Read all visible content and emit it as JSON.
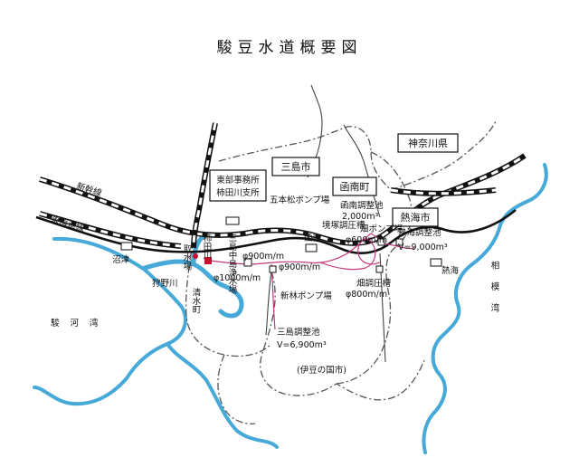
{
  "title": "駿豆水道概要図",
  "regions": {
    "mishima": "三島市",
    "kannami": "函南町",
    "kanagawa": "神奈川県",
    "atami": "熱海市",
    "izunokuni": "(伊豆の国市)"
  },
  "railways": {
    "shinkansen": "新幹線",
    "tokaido": "東海道線"
  },
  "places": {
    "numazu": "沼津",
    "atami_st": "熱海",
    "suruga_bay": "駿河湾",
    "sagami_bay": "相模湾",
    "kanogawa": "狩野川",
    "kakitagawa": "柿田川",
    "seisuicho": "清水町",
    "intake": "取水場"
  },
  "facilities": {
    "office_line1": "東部事務所",
    "office_line2": "柿田川支所",
    "mishima_plant": "三島中島浄水場",
    "gohonmatsu": "五本松ポンプ場",
    "kannami_st": "函南",
    "kannami_reservoir": "函南調整池",
    "kannami_capacity": "2,000m³",
    "sakaizuka": "境塚調圧槽",
    "hata_pump": "畑ポンプ場",
    "atami_reservoir": "熱海調整池",
    "atami_capacity": "V=9,000m³",
    "shinbayashi": "新林ポンプ場",
    "mishima_reservoir": "三島調整池",
    "mishima_capacity": "V=6,900m³",
    "hata_tank": "畑調圧槽"
  },
  "pipes": {
    "d900a": "φ900m/m",
    "d900b": "φ900m/m",
    "d1000": "φ1000m/m",
    "d600": "φ600m/m",
    "d800": "φ800m/m"
  },
  "colors": {
    "water": "#46a9d8",
    "pipeline": "#c0397a",
    "facility": "#c8102e"
  }
}
